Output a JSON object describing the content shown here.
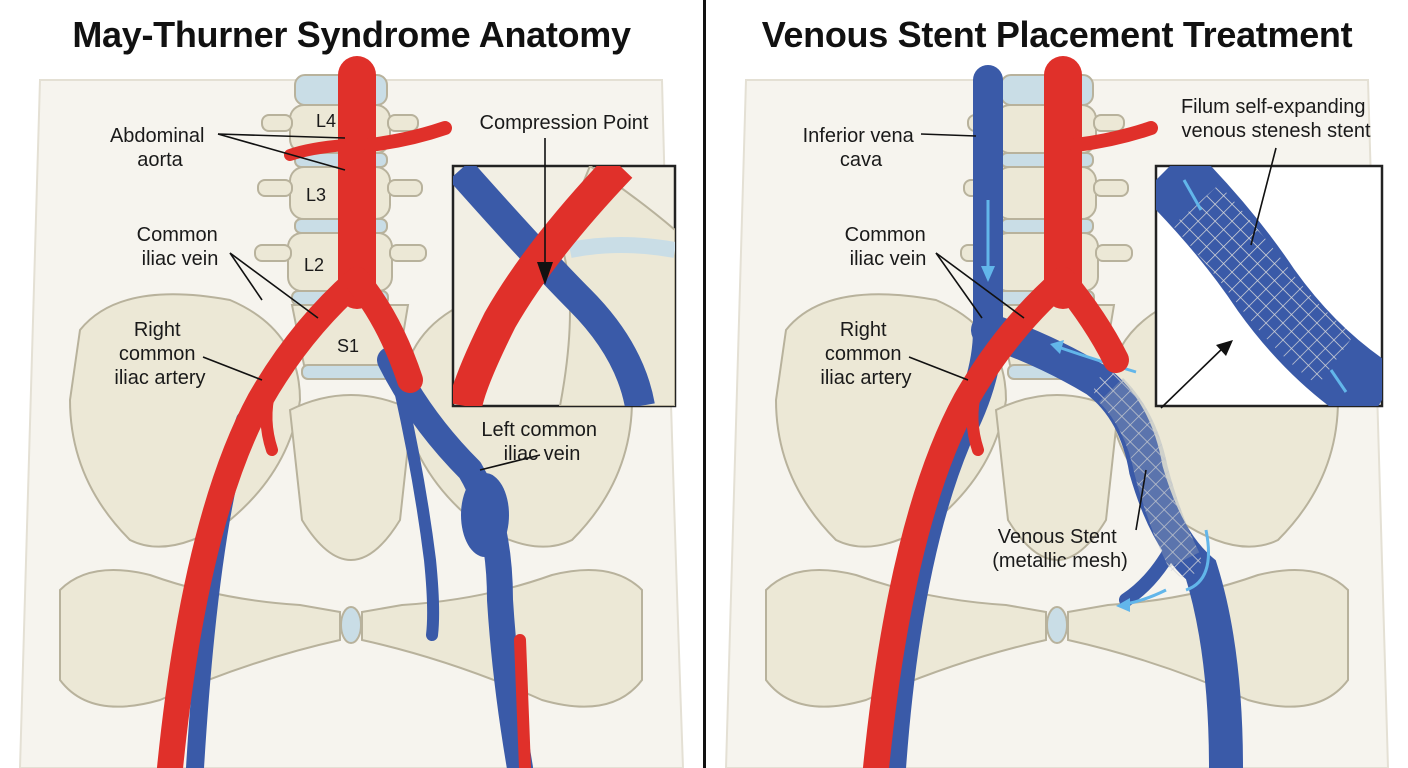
{
  "left_panel": {
    "title": "May-Thurner Syndrome Anatomy",
    "vertebra_labels": [
      "L4",
      "L3",
      "L2",
      "S1"
    ],
    "labels": {
      "abdominal_aorta": [
        "Abdominal",
        "aorta"
      ],
      "common_iliac_vein": [
        "Common",
        "iliac vein"
      ],
      "right_common_iliac_artery": [
        "Right",
        "common",
        "iliac artery"
      ],
      "compression_point": "Compression Point",
      "left_common_iliac_vein": [
        "Left common",
        "iliac vein"
      ]
    }
  },
  "right_panel": {
    "title": "Venous Stent Placement Treatment",
    "labels": {
      "inferior_vena_cava": [
        "Inferior vena",
        "cava"
      ],
      "common_iliac_vein": [
        "Common",
        "iliac vein"
      ],
      "right_common_iliac_artery": [
        "Right",
        "common",
        "iliac artery"
      ],
      "stent_inset": [
        "Filum self-expanding",
        "venous stenesh stent"
      ],
      "venous_stent": [
        "Venous Stent",
        "(metallic mesh)"
      ]
    }
  },
  "colors": {
    "artery": "#e0302a",
    "vein": "#3a5aa8",
    "bone": "#ece8d6",
    "disc": "#c9dde6",
    "flow_arrow": "#62b6ea",
    "stent": "#c9c9c9"
  }
}
